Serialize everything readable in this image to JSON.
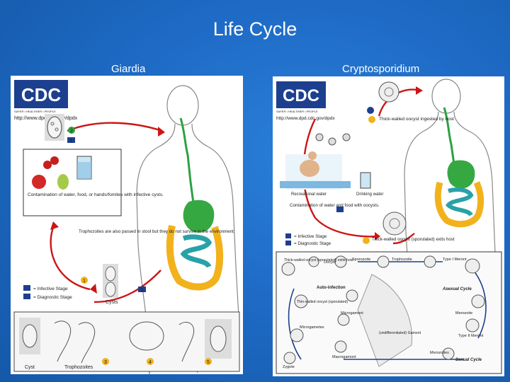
{
  "slide": {
    "title": "Life Cycle"
  },
  "giardia": {
    "heading": "Giardia",
    "cdc_logo": "CDC",
    "cdc_tagline": "SAFER • HEALTHIER • PEOPLE",
    "url": "http://www.dpd.cdc.gov/dpdx",
    "contamination": "Contamination of water, food, or hands/fomites with infective cysts.",
    "trophozoites_note": "Trophozoites are also passed in stool but they do not survive in the environment.",
    "legend_infective": "= Infective Stage",
    "legend_diagnostic": "= Diagnostic Stage",
    "label_cysts": "Cysts",
    "label_cyst": "Cyst",
    "label_trophozoites": "Trophozoites",
    "stage_numbers": [
      "1",
      "2",
      "3",
      "4",
      "5"
    ]
  },
  "crypto": {
    "heading": "Cryptosporidium",
    "cdc_logo": "CDC",
    "cdc_tagline": "SAFER • HEALTHIER • PEOPLE",
    "url": "http://www.dpd.cdc.gov/dpdx",
    "ingested": "Thick-walled oocyst ingested by host",
    "recreational": "Recreational water",
    "drinking": "Drinking water",
    "contamination": "Contamination of water and food with oocysts.",
    "legend_infective": "= Infective Stage",
    "legend_diagnostic": "= Diagnostic Stage",
    "exits": "Thick-walled oocyst (sporulated) exits host",
    "inset": {
      "thick_exit": "Thick-walled oocyst (sporulated) exits host",
      "oocyst": "Oocyst",
      "sporozoite": "Sporozoite",
      "trophozoite": "Trophozoite",
      "type1": "Type I Meront",
      "autoinfection": "Auto-infection",
      "asexual": "Asexual Cycle",
      "thin_walled": "Thin-walled oocyst (sporulated)",
      "microgamont": "Microgamont",
      "merozoite": "Merozoite",
      "microgametes": "Microgametes",
      "undiff": "(undifferentiated) Gamont",
      "type2": "Type II Meront",
      "macrogamont": "Macrogamont",
      "merozoites": "Merozoites",
      "sexual": "Sexual Cycle",
      "zygote": "Zygote"
    }
  }
}
